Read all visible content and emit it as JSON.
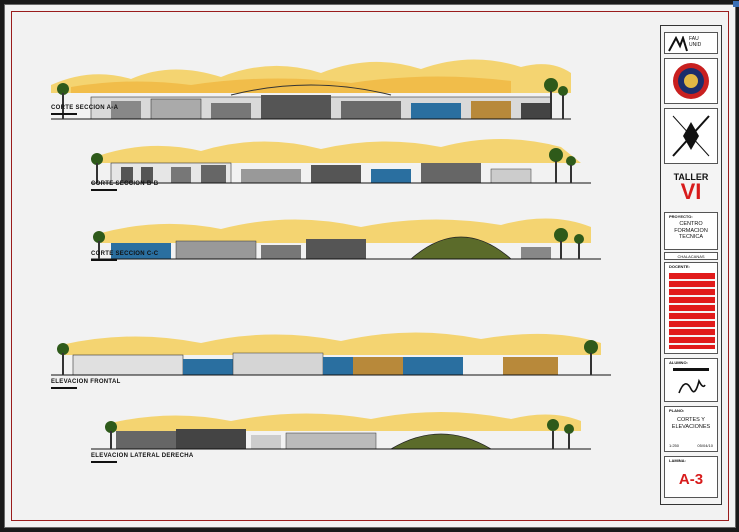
{
  "sections": [
    {
      "id": "a",
      "label": "CORTE SECCION A-A"
    },
    {
      "id": "b",
      "label": "CORTE SECCION B-B"
    },
    {
      "id": "c",
      "label": "CORTE SECCION C-C"
    },
    {
      "id": "f",
      "label": "ELEVACION FRONTAL"
    },
    {
      "id": "l",
      "label": "ELEVACION LATERAL DERECHA"
    }
  ],
  "title_block": {
    "logo_text": "FAU\nUNID",
    "taller": "TALLER",
    "taller_num": "VI",
    "proyecto_label": "PROYECTO:",
    "proyecto": "CENTRO\nFORMACION\nTECNICA",
    "ubicacion": "CHALACANAS",
    "docente_label": "DOCENTE:",
    "alumno_label": "ALUMNO:",
    "plano_label": "PLANO:",
    "plano": "CORTES Y\nELEVACIONES",
    "escala": "1:250",
    "fecha": "05/04/10",
    "lamina_label": "LAMINA:",
    "lamina": "A-3"
  },
  "colors": {
    "sky": "#f2c53d",
    "tree": "#2e5a1a",
    "building_blue": "#2a6fa0",
    "building_ochre": "#b8893a",
    "roof_green": "#5b6b2a",
    "accent_red": "#d81c1c"
  }
}
